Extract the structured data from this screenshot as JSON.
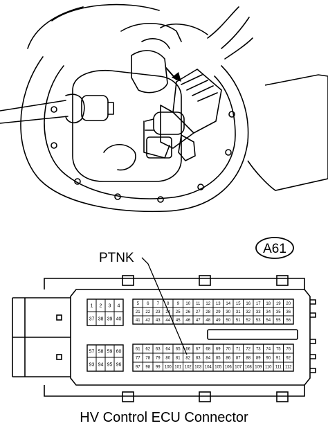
{
  "figure": {
    "callout_code": "A61",
    "pin_label": "PTNK",
    "caption": "HV Control ECU Connector"
  },
  "connector": {
    "block_a": {
      "rows": [
        [
          "1",
          "2",
          "3",
          "4"
        ],
        [
          "37",
          "38",
          "39",
          "40"
        ]
      ]
    },
    "block_b": {
      "rows": [
        [
          "5",
          "6",
          "7",
          "8",
          "9",
          "10",
          "11",
          "12",
          "13",
          "14",
          "15",
          "16",
          "17",
          "18",
          "19",
          "20"
        ],
        [
          "21",
          "22",
          "23",
          "24",
          "25",
          "26",
          "27",
          "28",
          "29",
          "30",
          "31",
          "32",
          "33",
          "34",
          "35",
          "36"
        ],
        [
          "41",
          "42",
          "43",
          "44",
          "45",
          "46",
          "47",
          "48",
          "49",
          "50",
          "51",
          "52",
          "53",
          "54",
          "55",
          "56"
        ]
      ]
    },
    "block_c": {
      "rows": [
        [
          "57",
          "58",
          "59",
          "60"
        ],
        [
          "93",
          "94",
          "95",
          "96"
        ]
      ]
    },
    "block_d": {
      "rows": [
        [
          "61",
          "62",
          "63",
          "64",
          "65",
          "66",
          "67",
          "68",
          "69",
          "70",
          "71",
          "72",
          "73",
          "74",
          "75",
          "76"
        ],
        [
          "77",
          "78",
          "79",
          "80",
          "81",
          "82",
          "83",
          "84",
          "85",
          "86",
          "87",
          "88",
          "89",
          "90",
          "91",
          "92"
        ],
        [
          "97",
          "98",
          "99",
          "100",
          "101",
          "102",
          "103",
          "104",
          "105",
          "106",
          "107",
          "108",
          "109",
          "110",
          "111",
          "112"
        ]
      ]
    }
  },
  "colors": {
    "ink": "#000000",
    "paper": "#ffffff"
  }
}
